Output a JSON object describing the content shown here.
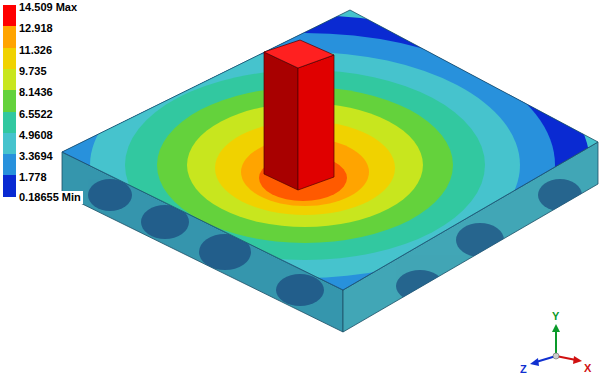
{
  "diagram": {
    "labels": [
      "0.18655 Min",
      "Y",
      "Z",
      "X"
    ],
    "legend": [
      {
        "text": "14.509 Max",
        "color": "#ff0000"
      },
      {
        "text": "12.918",
        "color": "#ffa400"
      },
      {
        "text": "11.326",
        "color": "#f0d200"
      },
      {
        "text": "9.735",
        "color": "#c8e61e"
      },
      {
        "text": "8.1436",
        "color": "#64d23c"
      },
      {
        "text": "6.5522",
        "color": "#32c8a0"
      },
      {
        "text": "4.9608",
        "color": "#46c3cd"
      },
      {
        "text": "3.3694",
        "color": "#2891dc"
      },
      {
        "text": "1.778",
        "color": "#0a2ad2"
      }
    ]
  }
}
